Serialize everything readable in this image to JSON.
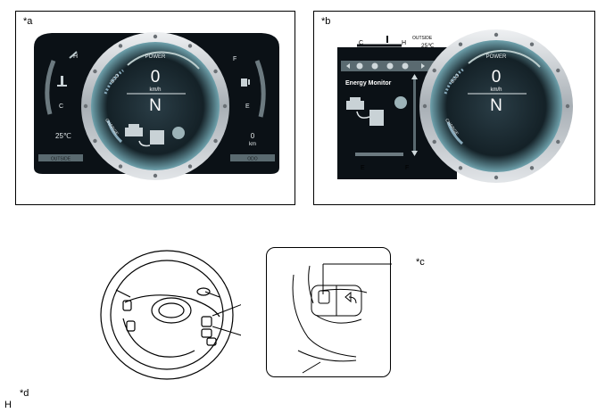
{
  "callouts": {
    "a": "*a",
    "b": "*b",
    "c": "*c",
    "d": "*d",
    "h": "H"
  },
  "cluster_a": {
    "power": "POWER",
    "eco": "ECO",
    "charge": "CHARGE",
    "speed": "0",
    "unit": "km/h",
    "gear": "N",
    "temp_high": "H",
    "temp_low": "C",
    "outside_temp": "25℃",
    "fuel_full": "F",
    "fuel_empty": "E",
    "odo_value": "0",
    "odo_unit": "km",
    "outside_label": "OUTSIDE",
    "odo_label": "ODO"
  },
  "cluster_b": {
    "temp_low": "C",
    "temp_high": "H",
    "outside_label": "OUTSIDE",
    "outside_temp": "25℃",
    "screen_title": "Energy Monitor",
    "fuel_empty": "E",
    "fuel_full": "F",
    "power": "POWER",
    "eco": "ECO",
    "charge": "CHARGE",
    "speed": "0",
    "unit": "km/h",
    "gear": "N"
  },
  "colors": {
    "cluster_bg": "#0b1116",
    "ring": "#c9ced3",
    "screen": "#1f3038",
    "glow": "#6fa2ad"
  }
}
